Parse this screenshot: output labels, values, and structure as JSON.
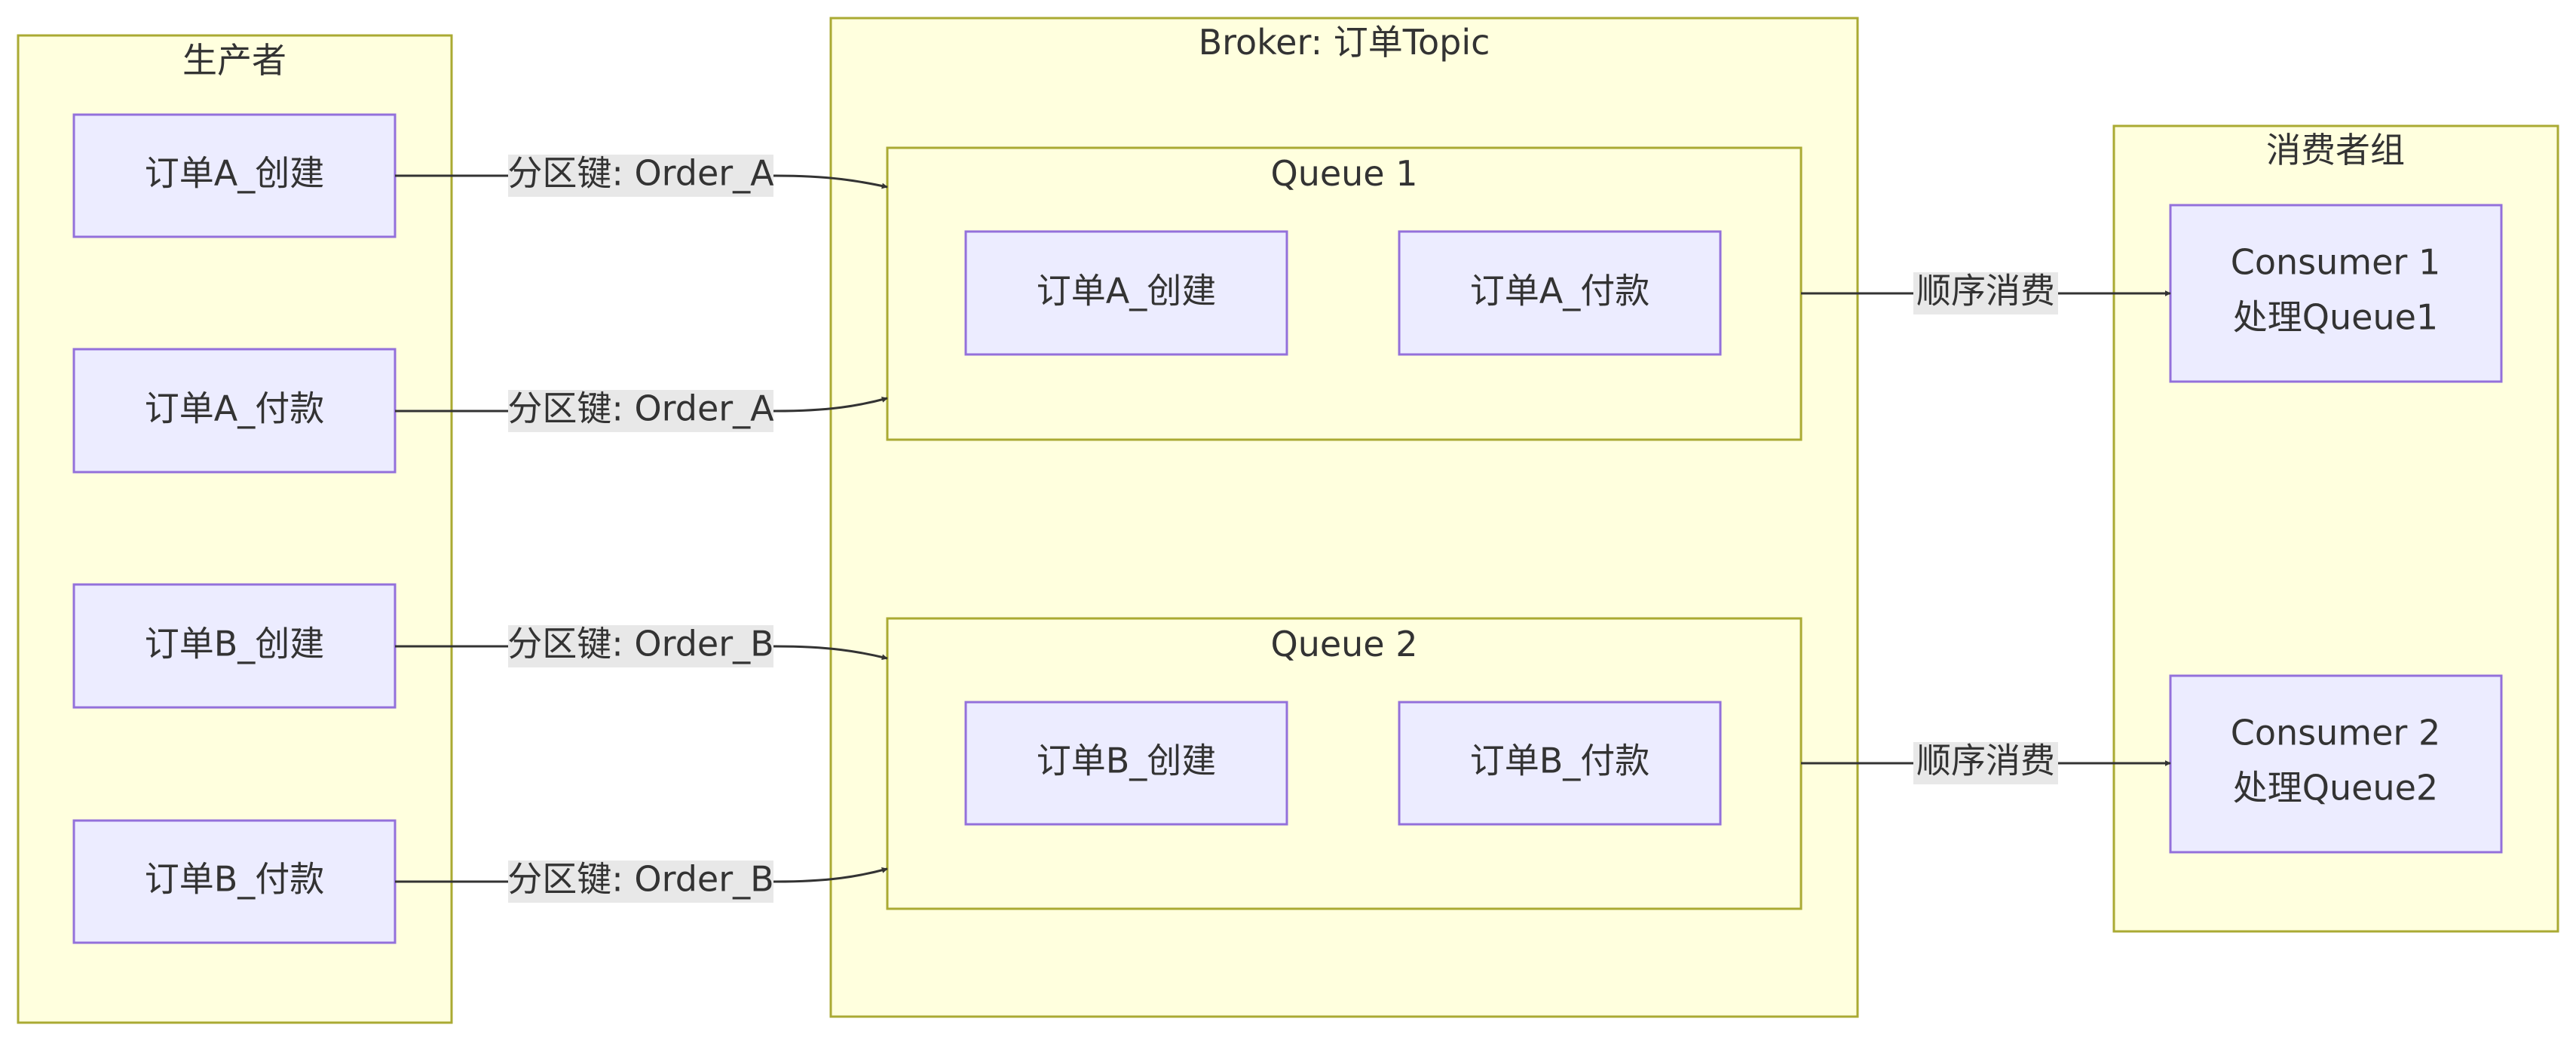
{
  "producers": {
    "title": "生产者",
    "nodes": [
      "订单A_创建",
      "订单A_付款",
      "订单B_创建",
      "订单B_付款"
    ]
  },
  "broker": {
    "title": "Broker: 订单Topic",
    "queue1": {
      "title": "Queue 1",
      "nodes": [
        "订单A_创建",
        "订单A_付款"
      ]
    },
    "queue2": {
      "title": "Queue 2",
      "nodes": [
        "订单B_创建",
        "订单B_付款"
      ]
    }
  },
  "consumers": {
    "title": "消费者组",
    "consumer1": {
      "line1": "Consumer 1",
      "line2": "处理Queue1"
    },
    "consumer2": {
      "line1": "Consumer 2",
      "line2": "处理Queue2"
    }
  },
  "edges": {
    "p1": "分区键: Order_A",
    "p2": "分区键: Order_A",
    "p3": "分区键: Order_B",
    "p4": "分区键: Order_B",
    "c1": "顺序消费",
    "c2": "顺序消费"
  },
  "colors": {
    "cluster_fill": "#ffffde",
    "cluster_stroke": "#aaaa33",
    "node_fill": "#ececff",
    "node_stroke": "#9370db",
    "edge": "#333333",
    "edge_label_bg": "#e8e8e8"
  }
}
